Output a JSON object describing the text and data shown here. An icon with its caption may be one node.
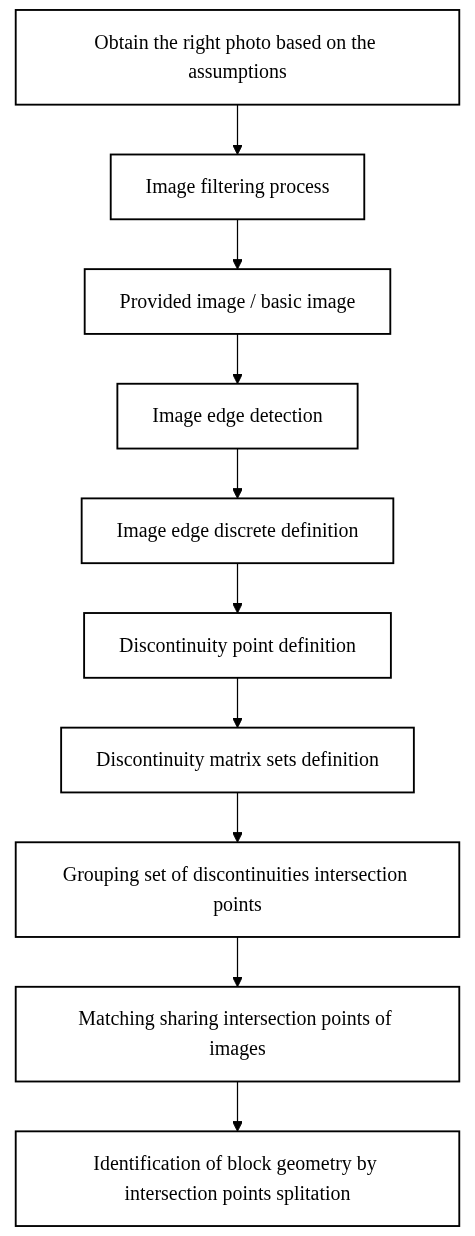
{
  "diagram": {
    "nodes": [
      {
        "text": [
          "Obtain the right photo based on the assumptions"
        ]
      },
      {
        "text": [
          "Image filtering process"
        ]
      },
      {
        "text": [
          "Provided image / basic image"
        ]
      },
      {
        "text": [
          "Image edge detection"
        ]
      },
      {
        "text": [
          "Image edge discrete definition"
        ]
      },
      {
        "text": [
          "Discontinuity point definition"
        ]
      },
      {
        "text": [
          "Discontinuity matrix sets definition"
        ]
      },
      {
        "text": [
          "Grouping set of discontinuities intersection points"
        ]
      },
      {
        "text": [
          "Matching sharing intersection points of images"
        ]
      },
      {
        "text": [
          "Identification of block geometry by intersection points splitation"
        ]
      }
    ],
    "edges": [
      {
        "from": 0,
        "to": 1,
        "arrow": "to"
      },
      {
        "from": 1,
        "to": 2,
        "arrow": "to"
      },
      {
        "from": 2,
        "to": 3,
        "arrow": "to"
      },
      {
        "from": 3,
        "to": 4,
        "arrow": "to"
      },
      {
        "from": 4,
        "to": 5,
        "arrow": "to"
      },
      {
        "from": 5,
        "to": 6,
        "arrow": "to"
      },
      {
        "from": 6,
        "to": 7,
        "arrow": "to"
      },
      {
        "from": 7,
        "to": 8,
        "arrow": "to"
      },
      {
        "from": 8,
        "to": 9,
        "arrow": "to"
      }
    ]
  }
}
